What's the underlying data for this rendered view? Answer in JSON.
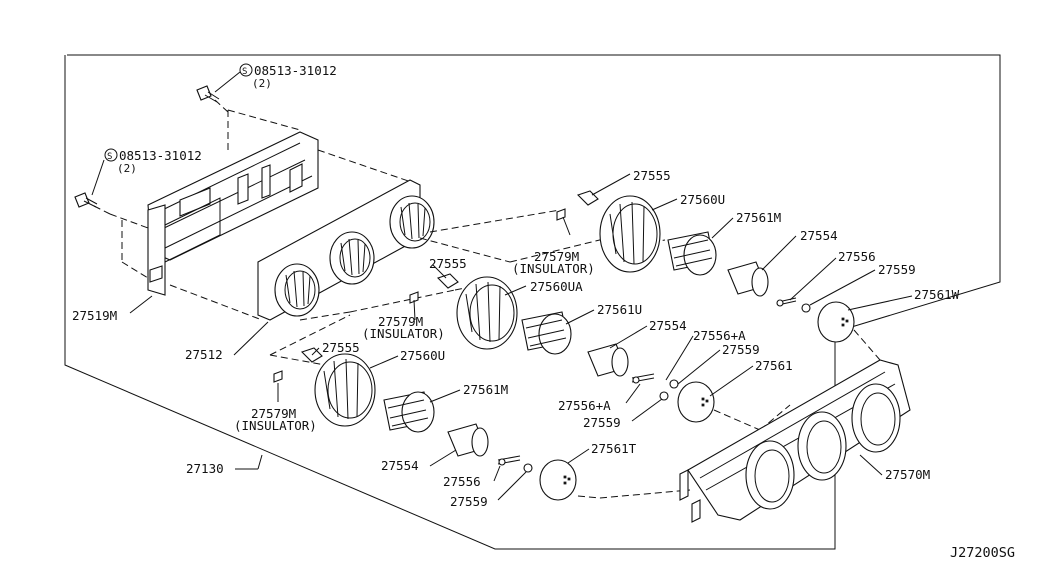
{
  "diagram_code": "J27200SG",
  "labels": {
    "screw_top": "08513-31012",
    "screw_top_qty": "(2)",
    "screw_left": "08513-31012",
    "screw_left_qty": "(2)",
    "screw_symbol": "S",
    "bracket": "27519M",
    "housing": "27512",
    "frame": "27130",
    "clip_right": "27555",
    "ring_right": "27560U",
    "insulator_right": "27579M",
    "insulator_right_note": "(INSULATOR)",
    "knob_right": "27561M",
    "holder_right": "27554",
    "spring_right": "27556",
    "ball_right": "27559",
    "cap_right": "27561W",
    "clip_mid": "27555",
    "ring_mid": "27560UA",
    "insulator_mid": "27579M",
    "insulator_mid_note": "(INSULATOR)",
    "knob_mid": "27561U",
    "holder_mid": "27554",
    "spring_mid_a": "27556+A",
    "ball_mid_a": "27559",
    "cap_mid": "27561",
    "spring_mid_b": "27556+A",
    "ball_mid_b": "27559",
    "clip_left": "27555",
    "ring_left": "27560U",
    "insulator_left": "27579M",
    "insulator_left_note": "(INSULATOR)",
    "knob_left": "27561M",
    "holder_left": "27554",
    "spring_left": "27556",
    "ball_left": "27559",
    "cap_left": "27561T",
    "panel": "27570M"
  }
}
